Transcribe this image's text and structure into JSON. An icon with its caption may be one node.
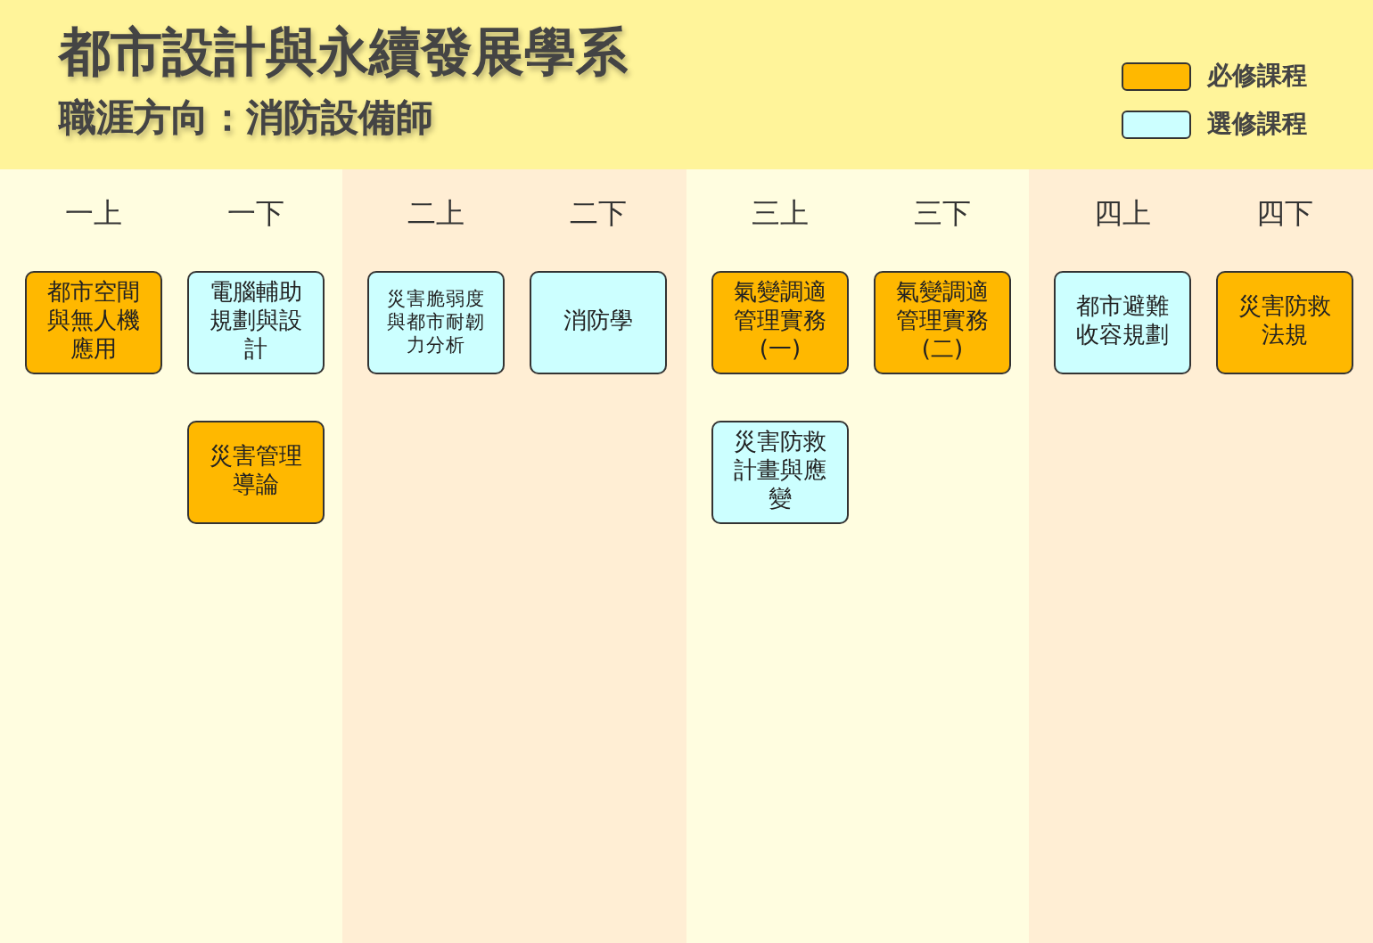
{
  "diagram": {
    "title": "都市設計與永續發展學系",
    "nodes": [
      {
        "text": [
          "一上",
          "一下"
        ]
      },
      {
        "text": [
          "都市空間與無人機應用"
        ],
        "in": 0
      },
      {
        "text": [
          "電腦輔助規劃與設計"
        ],
        "in": 0
      },
      {
        "text": [
          "災害管理導論"
        ],
        "in": 0
      },
      {
        "text": [
          "二上",
          "二下"
        ]
      },
      {
        "text": [
          "災害脆弱度與都市耐韌力分析"
        ],
        "in": 4
      },
      {
        "text": [
          "消防學"
        ],
        "in": 4
      },
      {
        "text": [
          "三上",
          "三下"
        ]
      },
      {
        "text": [
          "氣變調適管理實務(一)"
        ],
        "in": 7
      },
      {
        "text": [
          "氣變調適管理實務(二)"
        ],
        "in": 7
      },
      {
        "text": [
          "災害防救計畫與應變"
        ],
        "in": 7
      },
      {
        "text": [
          "四上",
          "四下"
        ]
      },
      {
        "text": [
          "都市避難收容規劃"
        ],
        "in": 11
      },
      {
        "text": [
          "災害防救法規"
        ],
        "in": 11
      }
    ],
    "edges": [],
    "labels": [
      "職涯方向：消防設備師"
    ],
    "legend": [
      {
        "text": "必修課程",
        "color": "#ffb800"
      },
      {
        "text": "選修課程",
        "color": "#ccffff"
      }
    ]
  }
}
